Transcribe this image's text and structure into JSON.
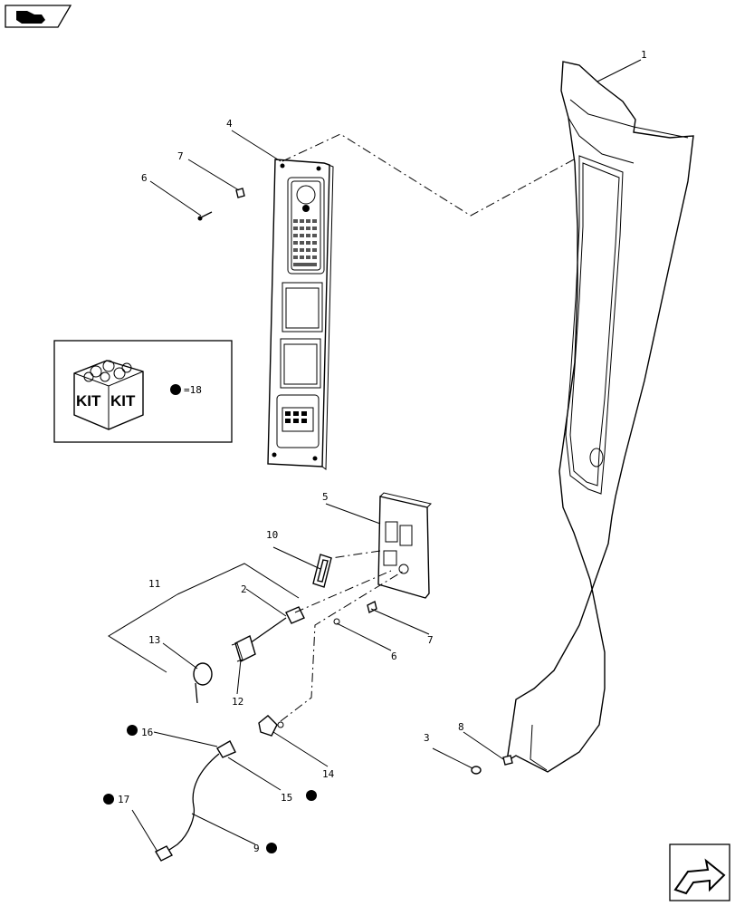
{
  "kit_legend": {
    "box_text_left": "KIT",
    "box_text_right": "KIT",
    "equals_text": "=18"
  },
  "callouts": [
    {
      "id": "c1",
      "text": "1"
    },
    {
      "id": "c2",
      "text": "2"
    },
    {
      "id": "c3",
      "text": "3"
    },
    {
      "id": "c4",
      "text": "4"
    },
    {
      "id": "c5",
      "text": "5"
    },
    {
      "id": "c6a",
      "text": "6"
    },
    {
      "id": "c6b",
      "text": "6"
    },
    {
      "id": "c7a",
      "text": "7"
    },
    {
      "id": "c7b",
      "text": "7"
    },
    {
      "id": "c8",
      "text": "8"
    },
    {
      "id": "c9",
      "text": "9"
    },
    {
      "id": "c10",
      "text": "10"
    },
    {
      "id": "c11",
      "text": "11"
    },
    {
      "id": "c12",
      "text": "12"
    },
    {
      "id": "c13",
      "text": "13"
    },
    {
      "id": "c14",
      "text": "14"
    },
    {
      "id": "c15",
      "text": "15"
    },
    {
      "id": "c16",
      "text": "16"
    },
    {
      "id": "c17",
      "text": "17"
    }
  ],
  "icons": [
    "back-page-icon",
    "next-page-icon",
    "kit-box-icon",
    "kit-bullet-icon"
  ]
}
